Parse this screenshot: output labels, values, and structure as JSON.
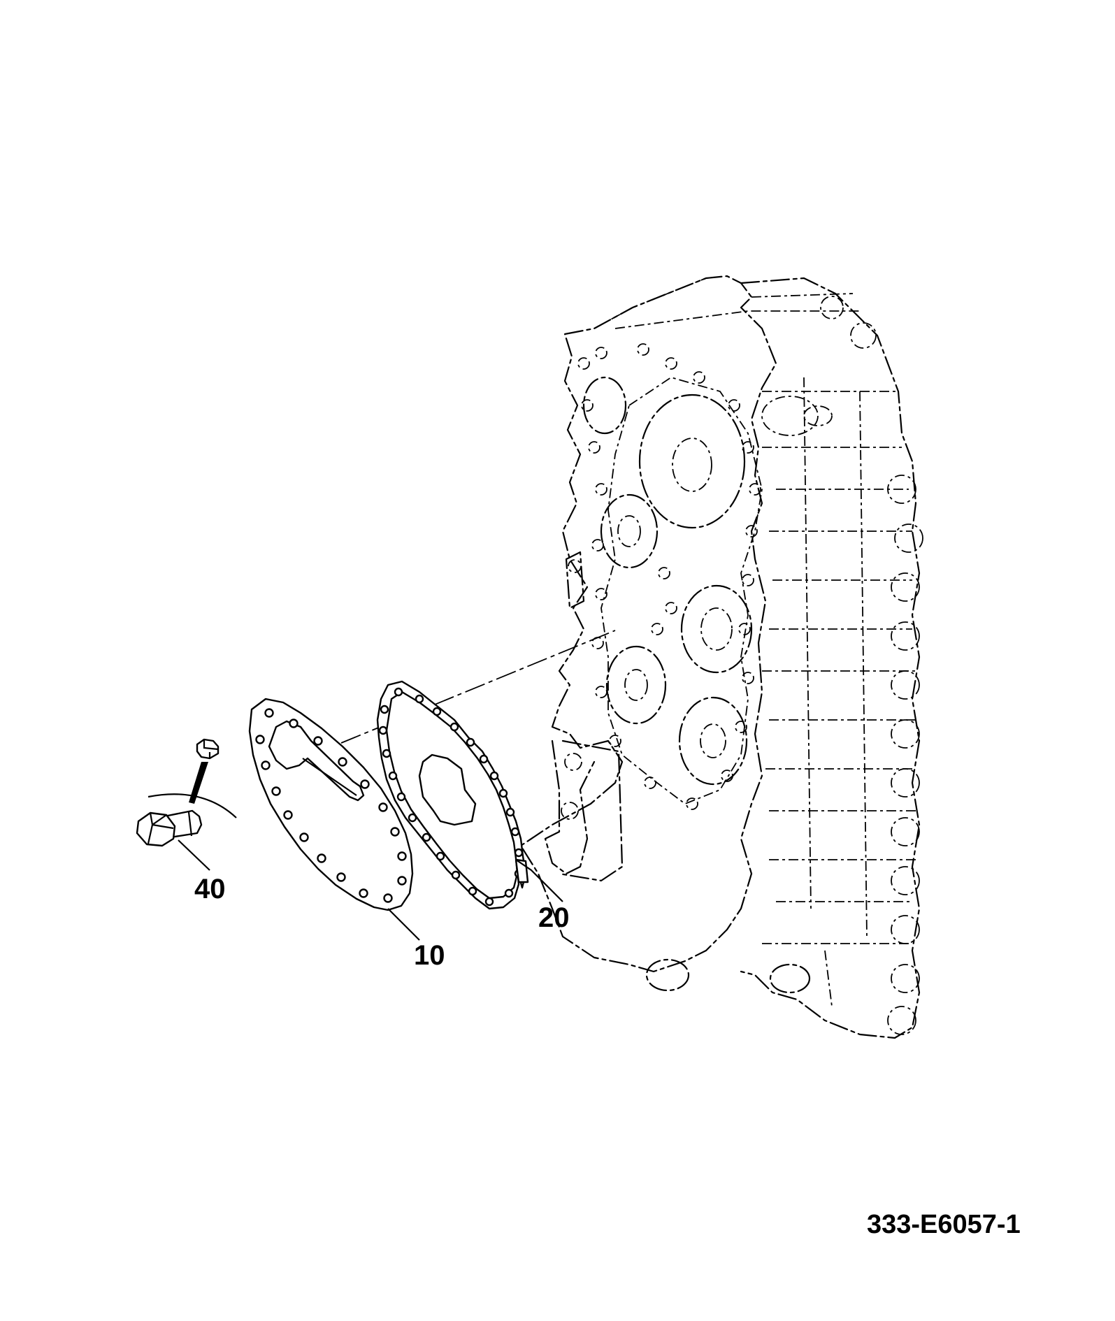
{
  "callouts": {
    "bolt": "40",
    "cover": "10",
    "gasket": "20"
  },
  "figure_ref": "333-E6057-1"
}
